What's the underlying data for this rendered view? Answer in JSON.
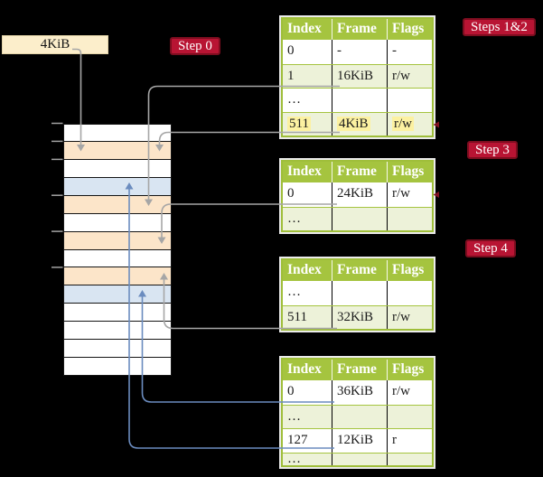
{
  "background": "#000000",
  "size_label": {
    "text": "4KiB"
  },
  "steps": [
    {
      "id": "step-0",
      "label": "Step 0"
    },
    {
      "id": "steps-1-2",
      "label": "Steps 1&2"
    },
    {
      "id": "step-3",
      "label": "Step 3"
    },
    {
      "id": "step-4",
      "label": "Step 4"
    }
  ],
  "colors": {
    "table_header_bg": "#a5c43f",
    "table_border": "#9fbe3a",
    "table_row_alt_bg": "#edf2d9",
    "highlight_bg": "#fcf1a1",
    "step_label_bg": "#b81433",
    "step_label_border": "#7c0d1f",
    "size_label_bg": "#fceecb",
    "memory_frame_orange": "#fce5c9",
    "memory_frame_blue": "#d9e5f2",
    "connector_gray": "#a6a6a6",
    "connector_blue": "#6b8cbf",
    "stub_maroon": "#7d1120"
  },
  "memory": {
    "rows": [
      "white",
      "orange",
      "white",
      "blue",
      "orange",
      "white",
      "orange",
      "white",
      "orange",
      "blue",
      "white",
      "white",
      "white",
      "white"
    ],
    "tick_count": 6
  },
  "page_tables": [
    {
      "id": "table-steps-1-2",
      "columns": [
        "Index",
        "Frame",
        "Flags"
      ],
      "rows": [
        {
          "cells": [
            "0",
            "-",
            "-"
          ],
          "shade": "white",
          "highlight": false
        },
        {
          "cells": [
            "1",
            "16KiB",
            "r/w"
          ],
          "shade": "green",
          "highlight": false
        },
        {
          "cells": [
            "…",
            "",
            ""
          ],
          "shade": "white",
          "highlight": false
        },
        {
          "cells": [
            "511",
            "4KiB",
            "r/w"
          ],
          "shade": "green",
          "highlight": true
        }
      ]
    },
    {
      "id": "table-step-3",
      "columns": [
        "Index",
        "Frame",
        "Flags"
      ],
      "rows": [
        {
          "cells": [
            "0",
            "24KiB",
            "r/w"
          ],
          "shade": "white",
          "highlight": false
        },
        {
          "cells": [
            "…",
            "",
            ""
          ],
          "shade": "green",
          "highlight": false
        }
      ]
    },
    {
      "id": "table-step-4",
      "columns": [
        "Index",
        "Frame",
        "Flags"
      ],
      "rows": [
        {
          "cells": [
            "…",
            "",
            ""
          ],
          "shade": "white",
          "highlight": false
        },
        {
          "cells": [
            "511",
            "32KiB",
            "r/w"
          ],
          "shade": "green",
          "highlight": false
        }
      ]
    },
    {
      "id": "table-last-level",
      "columns": [
        "Index",
        "Frame",
        "Flags"
      ],
      "rows": [
        {
          "cells": [
            "0",
            "36KiB",
            "r/w"
          ],
          "shade": "white",
          "highlight": false
        },
        {
          "cells": [
            "…",
            "",
            ""
          ],
          "shade": "green",
          "highlight": false
        },
        {
          "cells": [
            "127",
            "12KiB",
            "r"
          ],
          "shade": "white",
          "highlight": false
        },
        {
          "cells": [
            "…",
            "",
            ""
          ],
          "shade": "green",
          "highlight": false
        }
      ]
    }
  ],
  "connectors": [
    {
      "id": "size-label-to-frame",
      "from": "4KiB size label",
      "to": "memory frame row 2",
      "color": "gray"
    },
    {
      "id": "t1-idx1",
      "from": "table 1 entry 1 (16KiB)",
      "to": "memory frame row 5",
      "color": "gray"
    },
    {
      "id": "t1-idx511",
      "from": "table 1 entry 511 (4KiB)",
      "to": "memory frame row 2",
      "color": "gray"
    },
    {
      "id": "t2-idx0",
      "from": "table 2 entry 0 (24KiB)",
      "to": "memory frame row 7",
      "color": "gray"
    },
    {
      "id": "t3-idx511",
      "from": "table 3 entry 511 (32KiB)",
      "to": "memory frame row 9",
      "color": "gray"
    },
    {
      "id": "t4-idx0",
      "from": "table 4 entry 0 (36KiB)",
      "to": "memory frame row 10",
      "color": "blue"
    },
    {
      "id": "t4-idx127",
      "from": "table 4 entry 127 (12KiB)",
      "to": "memory frame row 4",
      "color": "blue"
    }
  ]
}
